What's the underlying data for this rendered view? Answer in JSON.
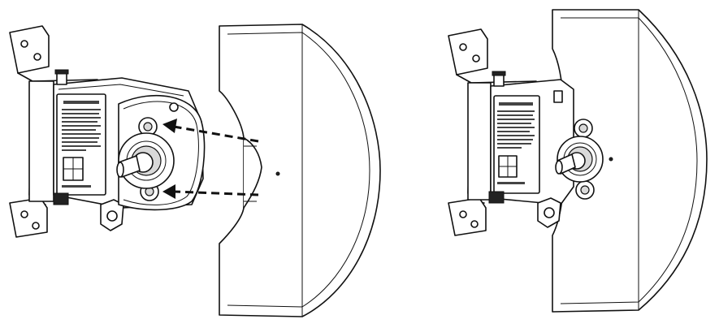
{
  "figure": {
    "steps": [
      {
        "name": "align-dish-to-mount",
        "arrows": 2
      },
      {
        "name": "dish-attached-to-mount",
        "arrows": 0
      }
    ],
    "colors": {
      "line": "#111111",
      "fill": "#ffffff",
      "shade": "#d9d9d9"
    },
    "label_text_illegible": true
  }
}
